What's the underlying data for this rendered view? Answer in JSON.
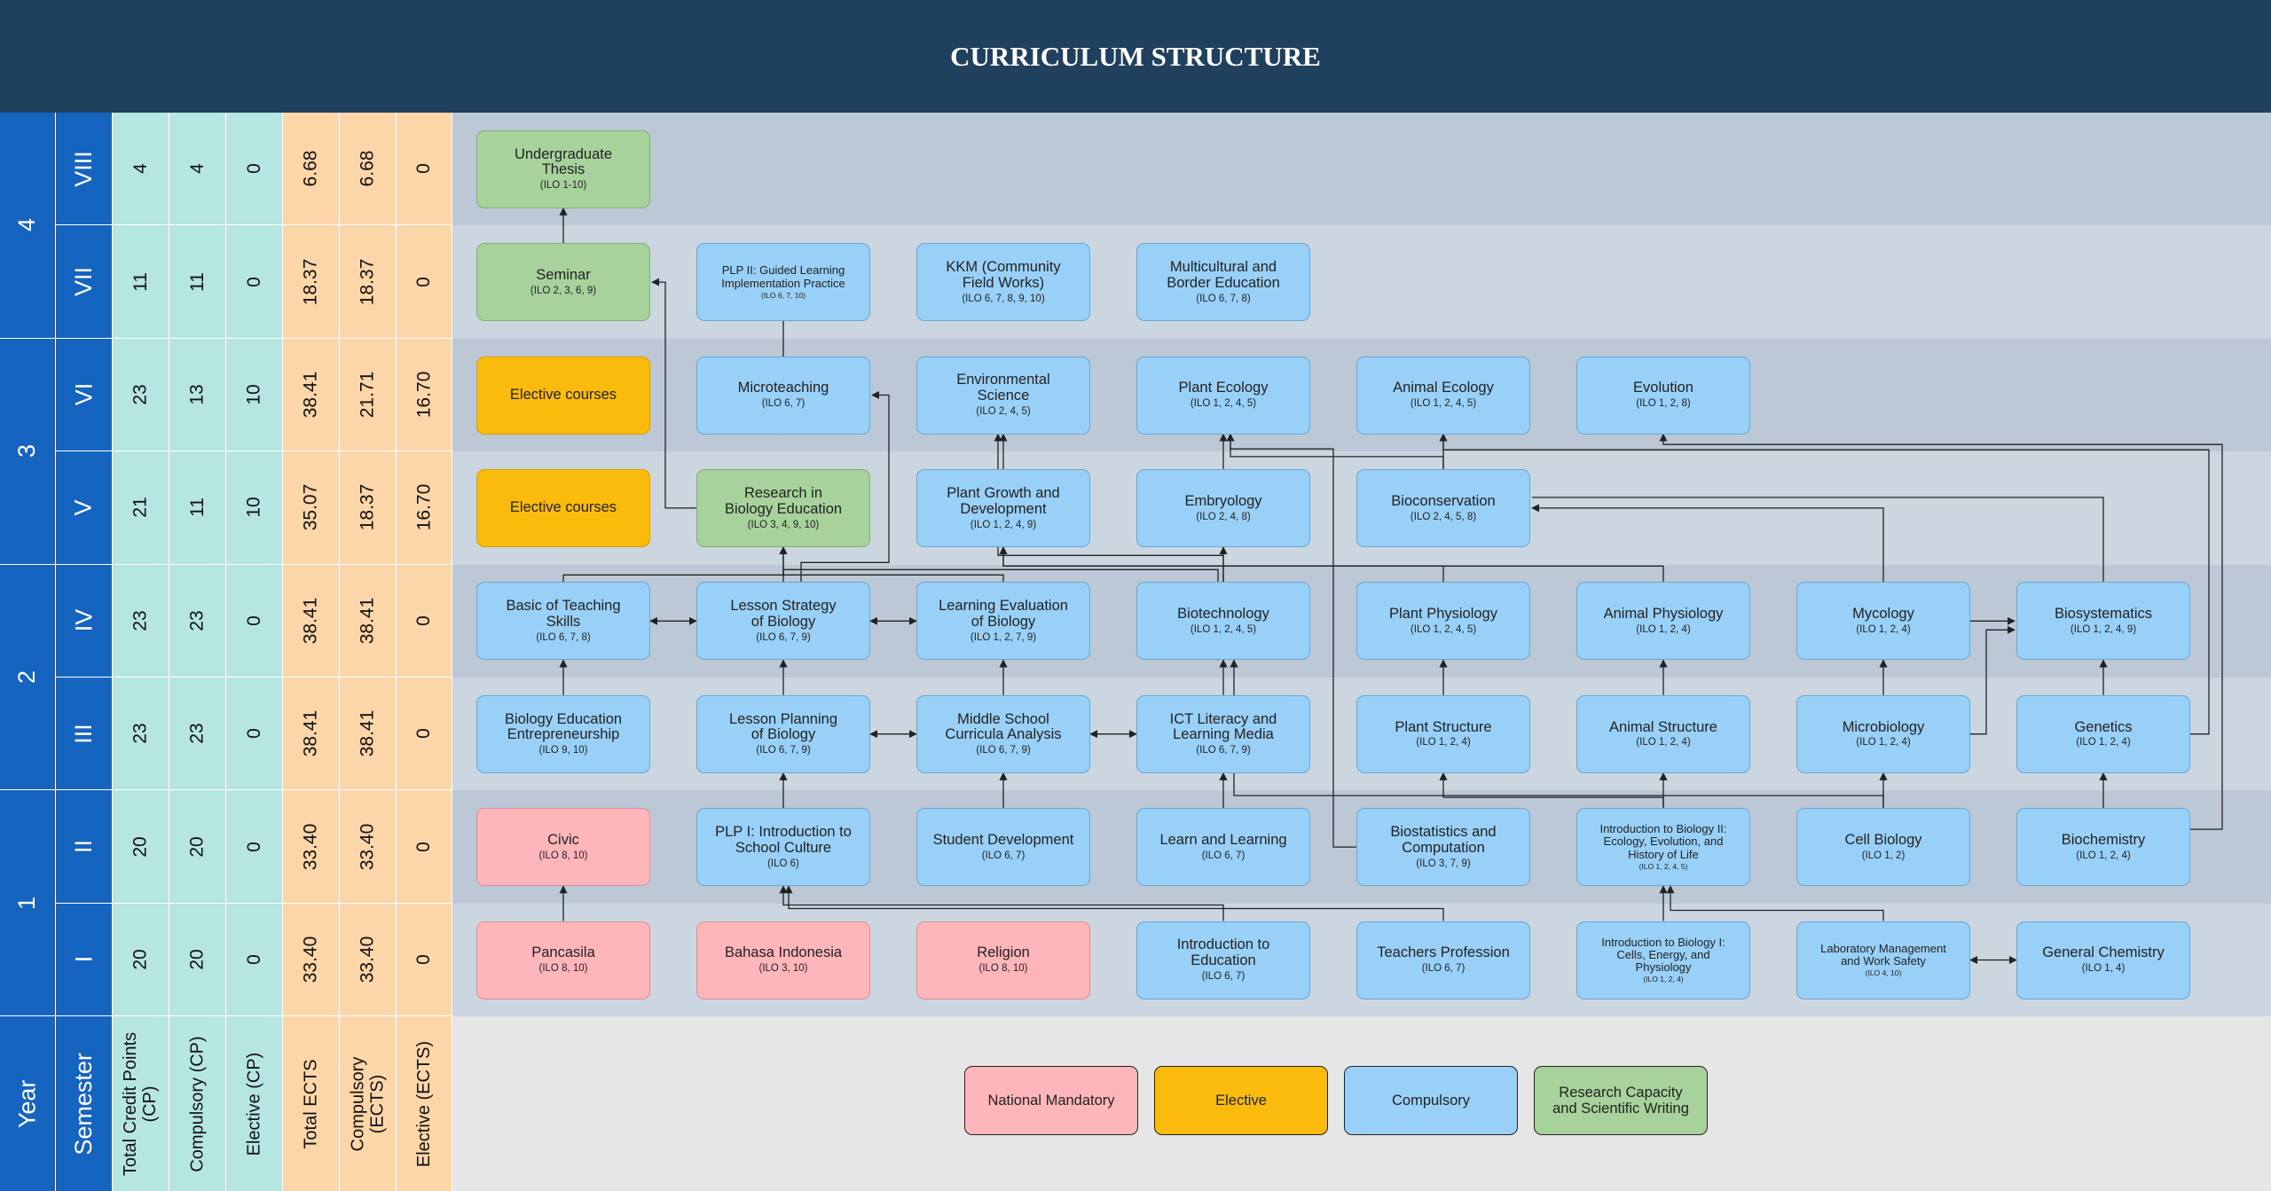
{
  "title": "CURRICULUM STRUCTURE",
  "column_headers": {
    "year": "Year",
    "semester": "Semester",
    "total_cp": "Total Credit Points\n(CP)",
    "compulsory_cp": "Compulsory (CP)",
    "elective_cp": "Elective (CP)",
    "total_ects": "Total ECTS",
    "compulsory_ects": "Compulsory\n(ECTS)",
    "elective_ects": "Elective (ECTS)"
  },
  "years": [
    "4",
    "3",
    "2",
    "1"
  ],
  "semesters": [
    {
      "name": "VIII",
      "total_cp": "4",
      "comp_cp": "4",
      "elec_cp": "0",
      "total_ects": "6.68",
      "comp_ects": "6.68",
      "elec_ects": "0"
    },
    {
      "name": "VII",
      "total_cp": "11",
      "comp_cp": "11",
      "elec_cp": "0",
      "total_ects": "18.37",
      "comp_ects": "18.37",
      "elec_ects": "0"
    },
    {
      "name": "VI",
      "total_cp": "23",
      "comp_cp": "13",
      "elec_cp": "10",
      "total_ects": "38.41",
      "comp_ects": "21.71",
      "elec_ects": "16.70"
    },
    {
      "name": "V",
      "total_cp": "21",
      "comp_cp": "11",
      "elec_cp": "10",
      "total_ects": "35.07",
      "comp_ects": "18.37",
      "elec_ects": "16.70"
    },
    {
      "name": "IV",
      "total_cp": "23",
      "comp_cp": "23",
      "elec_cp": "0",
      "total_ects": "38.41",
      "comp_ects": "38.41",
      "elec_ects": "0"
    },
    {
      "name": "III",
      "total_cp": "23",
      "comp_cp": "23",
      "elec_cp": "0",
      "total_ects": "38.41",
      "comp_ects": "38.41",
      "elec_ects": "0"
    },
    {
      "name": "II",
      "total_cp": "20",
      "comp_cp": "20",
      "elec_cp": "0",
      "total_ects": "33.40",
      "comp_ects": "33.40",
      "elec_ects": "0"
    },
    {
      "name": "I",
      "total_cp": "20",
      "comp_cp": "20",
      "elec_cp": "0",
      "total_ects": "33.40",
      "comp_ects": "33.40",
      "elec_ects": "0"
    }
  ],
  "courses": [
    {
      "id": "thesis",
      "name": "Undergraduate\nThesis",
      "ilo": "(ILO 1-10)",
      "cat": "research"
    },
    {
      "id": "seminar",
      "name": "Seminar",
      "ilo": "(ILO 2, 3, 6, 9)",
      "cat": "research"
    },
    {
      "id": "plp2",
      "name": "PLP II: Guided Learning\nImplementation Practice",
      "ilo": "(ILO 6, 7, 10)",
      "cat": "compulsory",
      "small": true
    },
    {
      "id": "kkm",
      "name": "KKM (Community\nField Works)",
      "ilo": "(ILO 6, 7, 8, 9, 10)",
      "cat": "compulsory"
    },
    {
      "id": "multi",
      "name": "Multicultural and\nBorder Education",
      "ilo": "(ILO 6, 7, 8)",
      "cat": "compulsory"
    },
    {
      "id": "elec6",
      "name": "Elective courses",
      "ilo": "",
      "cat": "elective"
    },
    {
      "id": "micro",
      "name": "Microteaching",
      "ilo": "(ILO 6, 7)",
      "cat": "compulsory"
    },
    {
      "id": "envsci",
      "name": "Environmental\nScience",
      "ilo": "(ILO 2, 4, 5)",
      "cat": "compulsory"
    },
    {
      "id": "plantecol",
      "name": "Plant Ecology",
      "ilo": "(ILO 1, 2, 4, 5)",
      "cat": "compulsory"
    },
    {
      "id": "animecol",
      "name": "Animal Ecology",
      "ilo": "(ILO 1, 2, 4, 5)",
      "cat": "compulsory"
    },
    {
      "id": "evol",
      "name": "Evolution",
      "ilo": "(ILO 1, 2, 8)",
      "cat": "compulsory"
    },
    {
      "id": "elec5",
      "name": "Elective courses",
      "ilo": "",
      "cat": "elective"
    },
    {
      "id": "rbe",
      "name": "Research in\nBiology Education",
      "ilo": "(ILO 3, 4, 9, 10)",
      "cat": "research"
    },
    {
      "id": "pgd",
      "name": "Plant Growth and\nDevelopment",
      "ilo": "(ILO 1, 2, 4, 9)",
      "cat": "compulsory"
    },
    {
      "id": "embryo",
      "name": "Embryology",
      "ilo": "(ILO 2, 4, 8)",
      "cat": "compulsory"
    },
    {
      "id": "biocons",
      "name": "Bioconservation",
      "ilo": "(ILO 2, 4, 5, 8)",
      "cat": "compulsory"
    },
    {
      "id": "bts",
      "name": "Basic of Teaching\nSkills",
      "ilo": "(ILO 6, 7, 8)",
      "cat": "compulsory"
    },
    {
      "id": "lsb",
      "name": "Lesson Strategy\nof Biology",
      "ilo": "(ILO 6, 7, 9)",
      "cat": "compulsory"
    },
    {
      "id": "leb",
      "name": "Learning Evaluation\nof Biology",
      "ilo": "(ILO 1, 2, 7, 9)",
      "cat": "compulsory"
    },
    {
      "id": "biotech",
      "name": "Biotechnology",
      "ilo": "(ILO 1, 2, 4, 5)",
      "cat": "compulsory"
    },
    {
      "id": "plantphys",
      "name": "Plant Physiology",
      "ilo": "(ILO 1, 2, 4, 5)",
      "cat": "compulsory"
    },
    {
      "id": "animphys",
      "name": "Animal Physiology",
      "ilo": "(ILO 1, 2, 4)",
      "cat": "compulsory"
    },
    {
      "id": "myco",
      "name": "Mycology",
      "ilo": "(ILO 1, 2, 4)",
      "cat": "compulsory"
    },
    {
      "id": "biosys",
      "name": "Biosystematics",
      "ilo": "(ILO 1, 2, 4, 9)",
      "cat": "compulsory"
    },
    {
      "id": "bee",
      "name": "Biology Education\nEntrepreneurship",
      "ilo": "(ILO 9, 10)",
      "cat": "compulsory"
    },
    {
      "id": "lpb",
      "name": "Lesson Planning\nof Biology",
      "ilo": "(ILO 6, 7, 9)",
      "cat": "compulsory"
    },
    {
      "id": "mscca",
      "name": "Middle School\nCurricula Analysis",
      "ilo": "(ILO 6, 7, 9)",
      "cat": "compulsory"
    },
    {
      "id": "ict",
      "name": "ICT Literacy and\nLearning Media",
      "ilo": "(ILO 6, 7, 9)",
      "cat": "compulsory"
    },
    {
      "id": "plantstr",
      "name": "Plant Structure",
      "ilo": "(ILO 1, 2, 4)",
      "cat": "compulsory"
    },
    {
      "id": "animstr",
      "name": "Animal Structure",
      "ilo": "(ILO 1, 2, 4)",
      "cat": "compulsory"
    },
    {
      "id": "microbio",
      "name": "Microbiology",
      "ilo": "(ILO 1, 2, 4)",
      "cat": "compulsory"
    },
    {
      "id": "genetics",
      "name": "Genetics",
      "ilo": "(ILO 1, 2, 4)",
      "cat": "compulsory"
    },
    {
      "id": "civic",
      "name": "Civic",
      "ilo": "(ILO 8, 10)",
      "cat": "national"
    },
    {
      "id": "plp1",
      "name": "PLP I: Introduction to\nSchool Culture",
      "ilo": "(ILO 6)",
      "cat": "compulsory"
    },
    {
      "id": "studdev",
      "name": "Student Development",
      "ilo": "(ILO 6, 7)",
      "cat": "compulsory"
    },
    {
      "id": "learn",
      "name": "Learn and Learning",
      "ilo": "(ILO 6, 7)",
      "cat": "compulsory"
    },
    {
      "id": "biostat",
      "name": "Biostatistics and\nComputation",
      "ilo": "(ILO 3, 7, 9)",
      "cat": "compulsory"
    },
    {
      "id": "intro2",
      "name": "Introduction to Biology II:\nEcology, Evolution, and\nHistory of Life",
      "ilo": "(ILO 1, 2, 4, 5)",
      "cat": "compulsory",
      "small": true
    },
    {
      "id": "cellbio",
      "name": "Cell Biology",
      "ilo": "(ILO 1, 2)",
      "cat": "compulsory"
    },
    {
      "id": "biochem",
      "name": "Biochemistry",
      "ilo": "(ILO 1, 2, 4)",
      "cat": "compulsory"
    },
    {
      "id": "pancasila",
      "name": "Pancasila",
      "ilo": "(ILO 8, 10)",
      "cat": "national"
    },
    {
      "id": "bahasa",
      "name": "Bahasa Indonesia",
      "ilo": "(ILO 3, 10)",
      "cat": "national"
    },
    {
      "id": "religion",
      "name": "Religion",
      "ilo": "(ILO 8, 10)",
      "cat": "national"
    },
    {
      "id": "introedu",
      "name": "Introduction to\nEducation",
      "ilo": "(ILO 6, 7)",
      "cat": "compulsory"
    },
    {
      "id": "teachprof",
      "name": "Teachers Profession",
      "ilo": "(ILO 6, 7)",
      "cat": "compulsory"
    },
    {
      "id": "intro1",
      "name": "Introduction to Biology I:\nCells, Energy, and\nPhysiology",
      "ilo": "(ILO 1, 2, 4)",
      "cat": "compulsory",
      "small": true
    },
    {
      "id": "labman",
      "name": "Laboratory Management\nand Work Safety",
      "ilo": "(ILO 4, 10)",
      "cat": "compulsory",
      "small": true
    },
    {
      "id": "genchem",
      "name": "General Chemistry",
      "ilo": "(ILO 1, 4)",
      "cat": "compulsory"
    }
  ],
  "legend": [
    {
      "label": "National Mandatory",
      "cat": "national"
    },
    {
      "label": "Elective",
      "cat": "elective"
    },
    {
      "label": "Compulsory",
      "cat": "compulsory"
    },
    {
      "label": "Research Capacity\nand Scientific Writing",
      "cat": "research"
    }
  ],
  "colors": {
    "header": "#20415e",
    "semester_blue": "#1565c0",
    "cp_teal": "#b5e6e2",
    "ects_peach": "#fcd5a8",
    "compulsory": "#99d0f7",
    "national_mandatory": "#ffb6bb",
    "elective": "#fbbb0c",
    "research": "#a8d29c"
  }
}
